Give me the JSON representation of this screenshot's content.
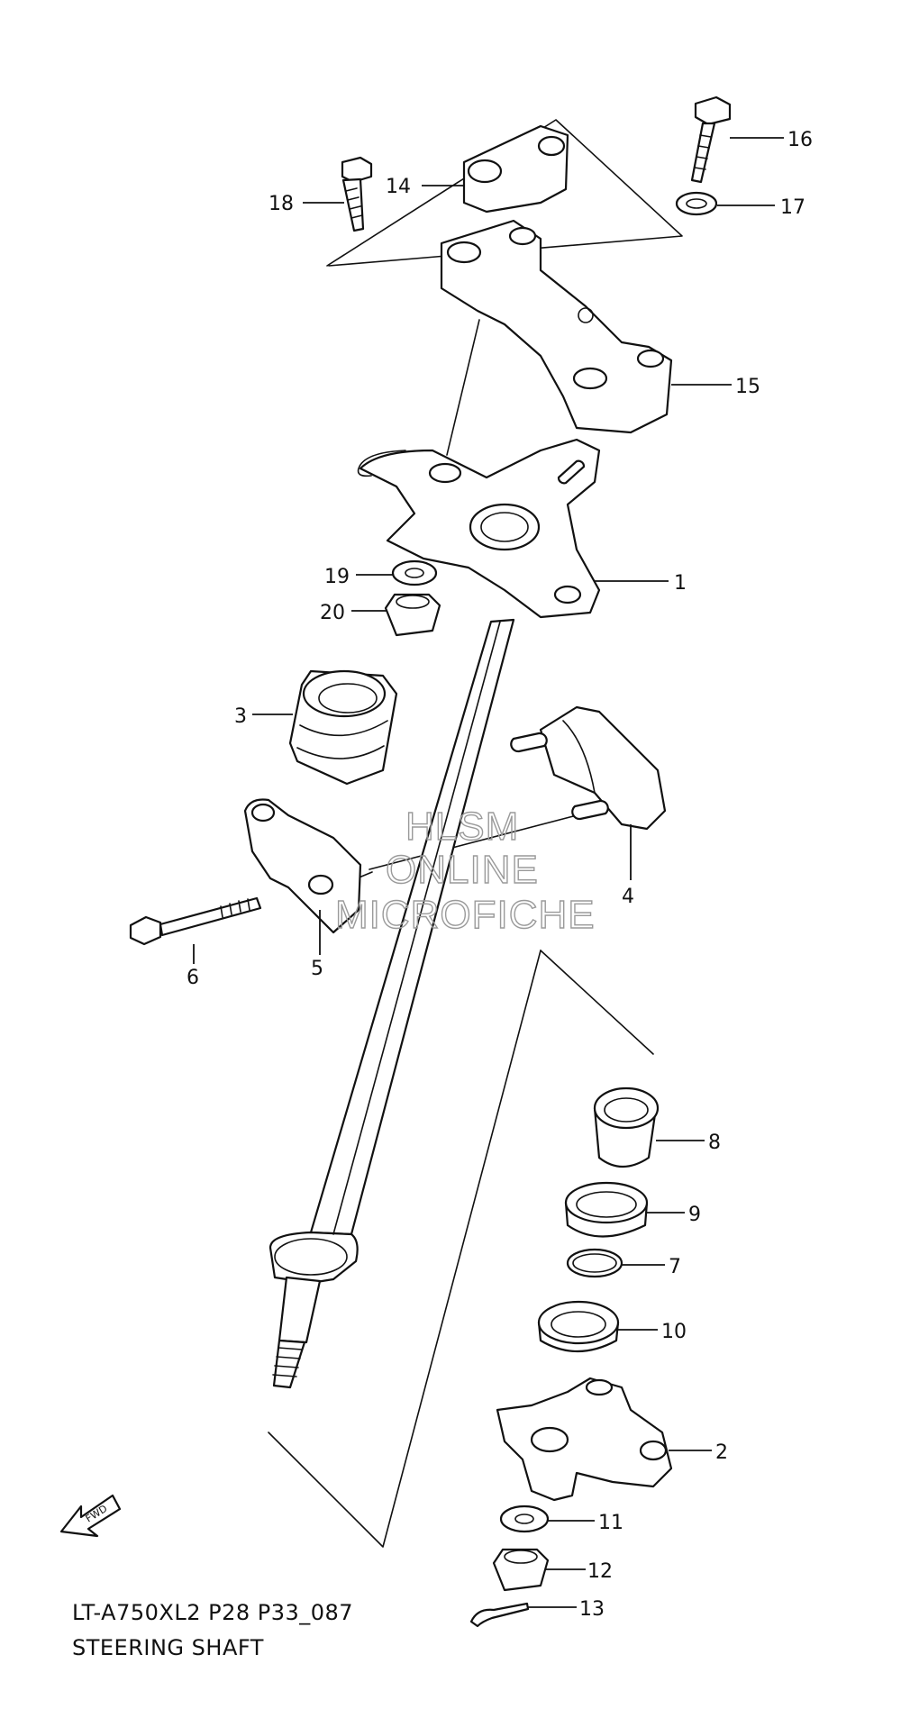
{
  "watermark": {
    "line1": "HLSM",
    "line2": "ONLINE",
    "line3": "MICROFICHE"
  },
  "direction_label": "FWD",
  "caption": {
    "code": "LT-A750XL2 P28 P33_087",
    "title": "STEERING SHAFT"
  },
  "callouts": {
    "c1": "1",
    "c2": "2",
    "c3": "3",
    "c4": "4",
    "c5": "5",
    "c6": "6",
    "c7": "7",
    "c8": "8",
    "c9": "9",
    "c10": "10",
    "c11": "11",
    "c12": "12",
    "c13": "13",
    "c14": "14",
    "c15": "15",
    "c16": "16",
    "c17": "17",
    "c18": "18",
    "c19": "19",
    "c20": "20"
  }
}
